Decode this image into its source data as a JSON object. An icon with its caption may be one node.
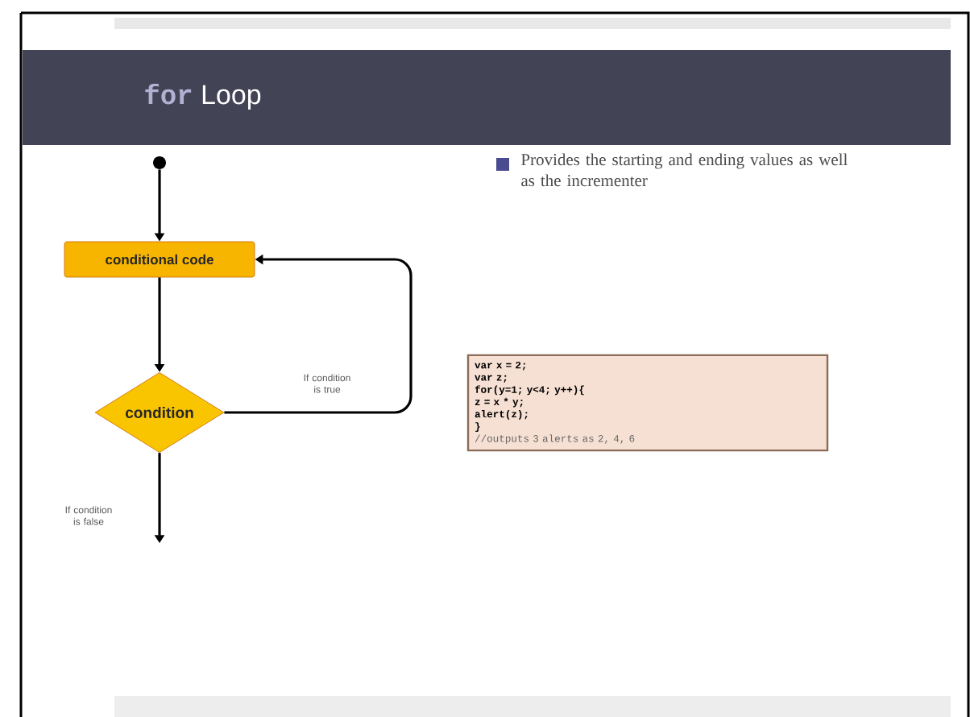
{
  "diagram": {
    "title": "**for** Loop",
    "nodes": [
      {
        "text": [],
        "shape": "circle"
      },
      {
        "text": [
          "conditional code"
        ]
      },
      {
        "text": [
          "condition"
        ]
      },
      {
        "text": [
          "var x = 2;",
          "var z;",
          "for(y=1; y<4; y++){",
          "  z = x * y;",
          "  alert(z);",
          "}",
          "//outputs 3 alerts as 2, 4, 6"
        ]
      }
    ],
    "edges": [
      {
        "from": 0,
        "to": 1,
        "arrow": "to"
      },
      {
        "from": 1,
        "to": 2,
        "arrow": "to"
      },
      {
        "from": 2,
        "to": 1,
        "arrow": "to",
        "label": "If condition is true"
      },
      {
        "from": 2,
        "to": null,
        "arrow": "to",
        "label": "If condition is false"
      }
    ],
    "labels": [
      "Provides the starting and ending values as well as the incrementer"
    ]
  }
}
